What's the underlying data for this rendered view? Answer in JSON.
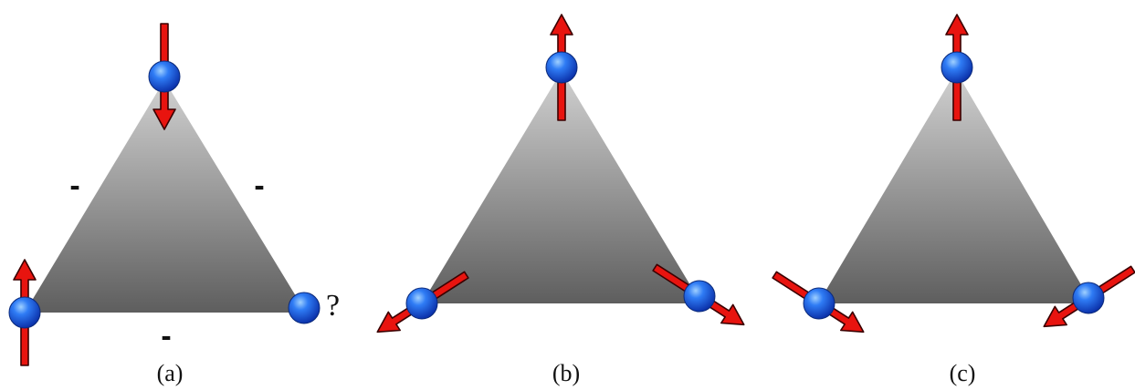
{
  "panels": [
    {
      "caption": "(a)",
      "bond_signs": [
        "-",
        "-",
        "-"
      ],
      "unknown_mark": "?",
      "spins": [
        {
          "site": "top",
          "direction": "down"
        },
        {
          "site": "bottom-left",
          "direction": "up"
        },
        {
          "site": "bottom-right",
          "direction": "undetermined"
        }
      ]
    },
    {
      "caption": "(b)",
      "spins": [
        {
          "site": "top",
          "direction": "up"
        },
        {
          "site": "bottom-left",
          "direction": "down-left"
        },
        {
          "site": "bottom-right",
          "direction": "down-right"
        }
      ]
    },
    {
      "caption": "(c)",
      "spins": [
        {
          "site": "top",
          "direction": "up"
        },
        {
          "site": "bottom-left",
          "direction": "down-right"
        },
        {
          "site": "bottom-right",
          "direction": "down-left"
        }
      ]
    }
  ],
  "colors": {
    "arrow_fill": "#e8140f",
    "arrow_stroke": "#3a0000",
    "sphere": "#1f5fe0",
    "triangle_light": "#d2d2d2",
    "triangle_dark": "#5e5e5e"
  }
}
